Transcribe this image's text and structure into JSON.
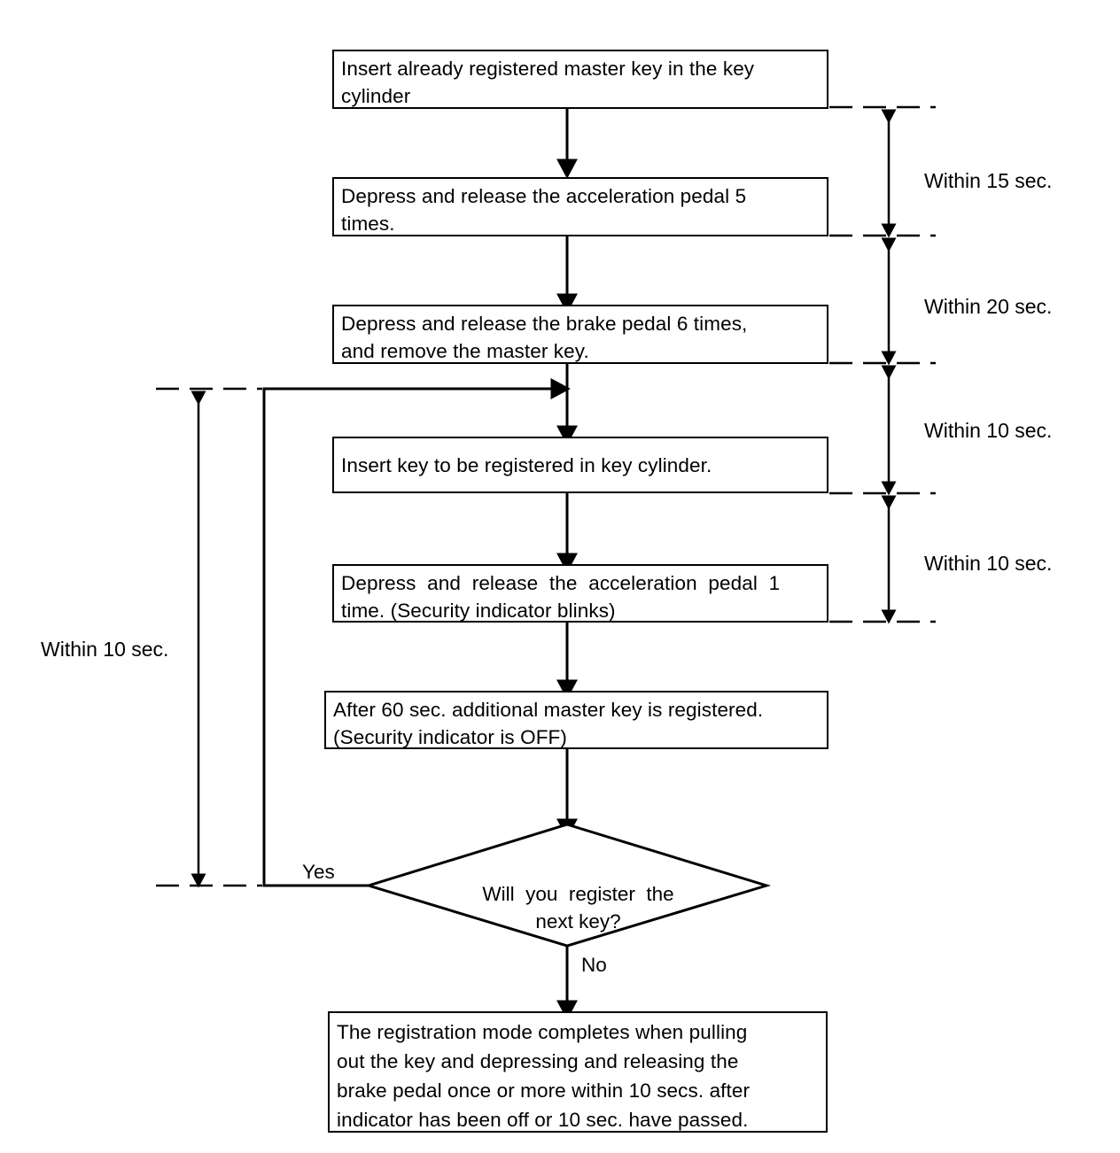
{
  "diagram": {
    "title": "Additional master key registration procedure flowchart",
    "type": "flowchart",
    "line_color": "#000000",
    "background": "#ffffff"
  },
  "steps": [
    {
      "id": "step-insert-master-key",
      "shape": "process",
      "lines": [
        "Insert already registered master key in the key",
        "cylinder"
      ],
      "text": "Insert already registered master key in the key cylinder"
    },
    {
      "id": "step-accel-5-times",
      "shape": "process",
      "lines": [
        "Depress and release the acceleration pedal 5",
        "times."
      ],
      "text": "Depress and release the acceleration pedal 5 times."
    },
    {
      "id": "step-brake-6-times",
      "shape": "process",
      "lines": [
        "Depress and release the brake pedal 6 times,",
        "and remove the master key."
      ],
      "text": "Depress and release the brake pedal 6 times, and remove the master key."
    },
    {
      "id": "step-insert-new-key",
      "shape": "process",
      "lines": [
        "Insert key to be registered in key cylinder."
      ],
      "text": "Insert key to be registered in key cylinder."
    },
    {
      "id": "step-accel-1-time",
      "shape": "process",
      "lines": [
        "Depress  and  release  the  acceleration  pedal  1",
        "time. (Security indicator blinks)"
      ],
      "text": "Depress and release the acceleration pedal 1 time. (Security indicator blinks)"
    },
    {
      "id": "step-after-60-sec",
      "shape": "process",
      "lines": [
        "After 60 sec. additional master key is registered.",
        "(Security indicator is OFF)"
      ],
      "text": "After 60 sec. additional master key is registered. (Security indicator is OFF)"
    },
    {
      "id": "step-completion",
      "shape": "process",
      "lines": [
        "The registration mode completes when pulling",
        "out the key and depressing and releasing the",
        "brake pedal once or more within 10 secs. after",
        "indicator has been off or 10 sec. have passed."
      ],
      "text": "The registration mode completes when pulling out the key and depressing and releasing the brake pedal once or more within 10 secs. after indicator has been off or 10 sec. have passed."
    }
  ],
  "decision": {
    "id": "decision-register-next-key",
    "shape": "diamond",
    "lines": [
      "Will  you  register  the",
      "next key?"
    ],
    "text": "Will you register the next key?",
    "branch_yes": "Yes",
    "branch_no": "No"
  },
  "timing_annotations": {
    "right": [
      {
        "id": "timing-within-15-sec",
        "label": "Within 15 sec."
      },
      {
        "id": "timing-within-20-sec",
        "label": "Within 20 sec."
      },
      {
        "id": "timing-within-10-sec-a",
        "label": "Within 10 sec."
      },
      {
        "id": "timing-within-10-sec-b",
        "label": "Within 10 sec."
      }
    ],
    "left": [
      {
        "id": "timing-within-10-sec-loop",
        "label": "Within 10 sec."
      }
    ]
  }
}
